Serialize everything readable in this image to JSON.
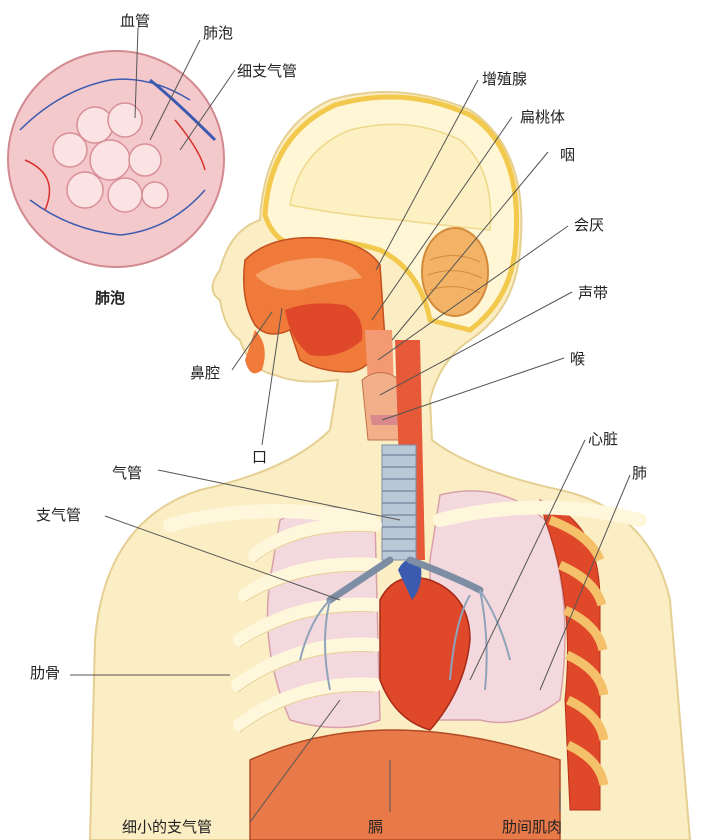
{
  "labels": {
    "blood_vessel": "血管",
    "alveoli_top": "肺泡",
    "fine_bronchiole": "细支气管",
    "alveoli_caption": "肺泡",
    "adenoid": "增殖腺",
    "tonsil": "扁桃体",
    "pharynx": "咽",
    "epiglottis": "会厌",
    "vocal_cord": "声带",
    "larynx": "喉",
    "nasal_cavity": "鼻腔",
    "mouth": "口",
    "trachea": "气管",
    "bronchus": "支气管",
    "heart": "心脏",
    "lung": "肺",
    "rib": "肋骨",
    "small_bronchiole": "细小的支气管",
    "diaphragm": "膈",
    "intercostal_muscle": "肋间肌肉"
  },
  "colors": {
    "skin": "#fbeec4",
    "bone": "#fff7dc",
    "brain": "#fde98f",
    "tissue": "#f07a3a",
    "muscle": "#e0482a",
    "lung": "#f3d9dd",
    "airway": "#b9c7d6",
    "vessel_blue": "#3c5bb0",
    "vessel_red": "#d8322a",
    "line": "#555555"
  }
}
